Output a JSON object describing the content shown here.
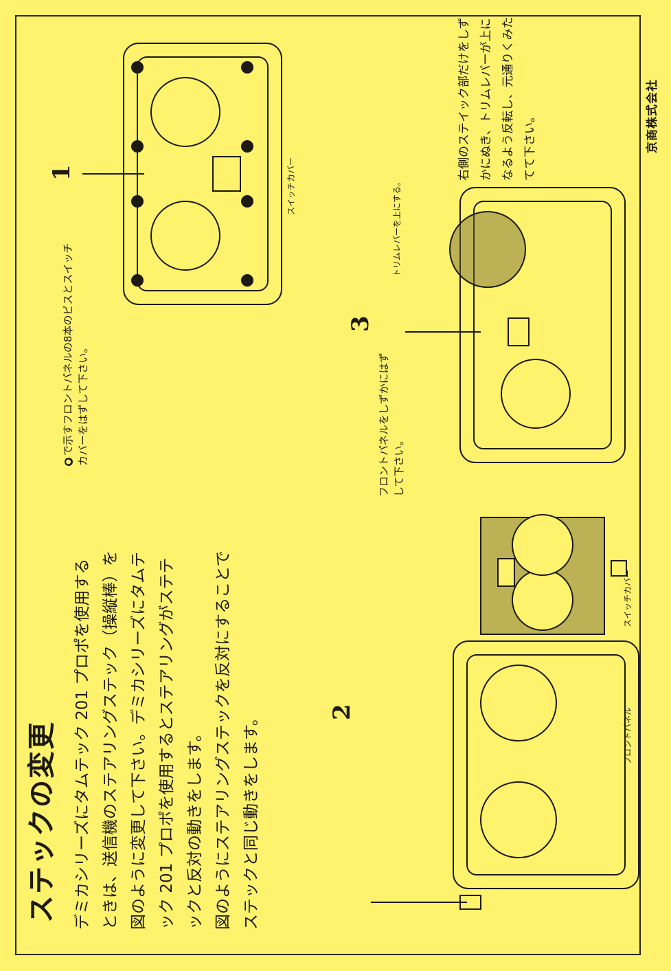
{
  "title": "ステックの変更",
  "body": {
    "paragraph1": "デミカシリーズにタムテック 201 プロポを使用するときは、送信機のステアリングステック（操縦棒）を図のように変更して下さい。デミカシリーズにタムテック 201 プロポを使用するとステアリングがステテックと反対の動きをします。",
    "paragraph2": "図のようにステアリングステックを反対にすることでステックと同じ動きをします。"
  },
  "step1": {
    "number": "1",
    "caption": "で示すフロントパネルの8本のビスとスイッチカバーをはずして下さい。",
    "marker_icon": "screw-marker-icon",
    "label_switch_cover": "スイッチカバー"
  },
  "step2": {
    "number": "2",
    "caption": "フロントパネルをしずかにはずして下さい。",
    "label_front_panel": "フロントパネル",
    "label_switch_cover": "スイッチカバー"
  },
  "step3": {
    "number": "3",
    "callout_trim": "トリムレバーを上にする。",
    "caption": "右側のステイック部だけをしずかにぬき、トリムレバーが上になるよう反転し、元通りくみたてて下さい。"
  },
  "company": "京商株式会社",
  "colors": {
    "paper": "#fff36e",
    "ink": "#1c1a12"
  }
}
